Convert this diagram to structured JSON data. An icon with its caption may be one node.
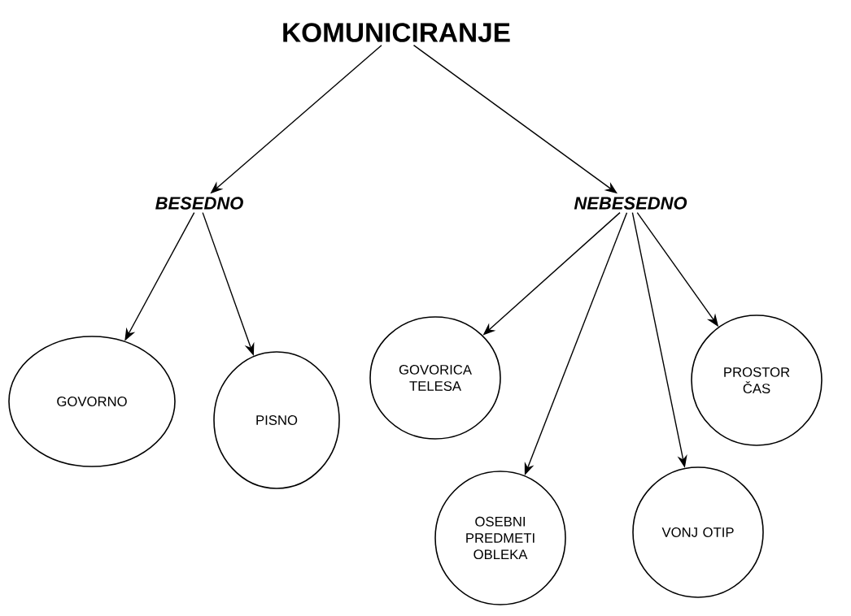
{
  "diagram": {
    "nodes": [
      {
        "text": [
          "KOMUNICIRANJE"
        ]
      },
      {
        "text": [
          "BESEDNO"
        ]
      },
      {
        "text": [
          "NEBESEDNO"
        ]
      },
      {
        "text": [
          "GOVORNO"
        ]
      },
      {
        "text": [
          "PISNO"
        ]
      },
      {
        "text": [
          "GOVORICA TELESA"
        ]
      },
      {
        "text": [
          "PROSTOR ČAS"
        ]
      },
      {
        "text": [
          "OSEBNI PREDMETI OBLEKA"
        ]
      },
      {
        "text": [
          "VONJ OTIP"
        ]
      }
    ],
    "edges": [
      {
        "from": 0,
        "to": 1,
        "arrow": "to"
      },
      {
        "from": 0,
        "to": 2,
        "arrow": "to"
      },
      {
        "from": 1,
        "to": 3,
        "arrow": "to"
      },
      {
        "from": 1,
        "to": 4,
        "arrow": "to"
      },
      {
        "from": 2,
        "to": 5,
        "arrow": "to"
      },
      {
        "from": 2,
        "to": 6,
        "arrow": "to"
      },
      {
        "from": 2,
        "to": 7,
        "arrow": "to"
      },
      {
        "from": 2,
        "to": 8,
        "arrow": "to"
      }
    ]
  }
}
